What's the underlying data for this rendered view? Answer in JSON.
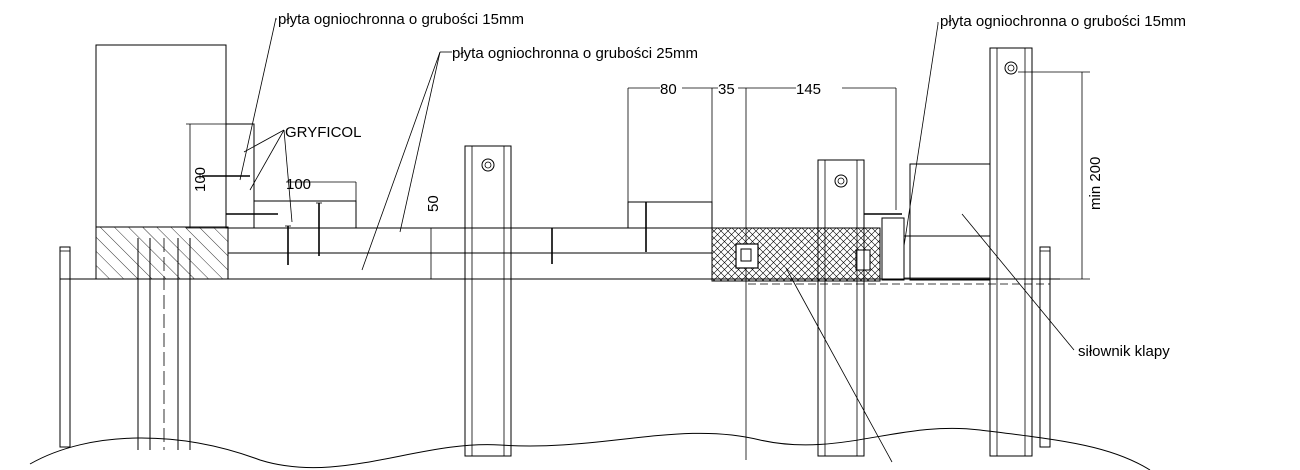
{
  "labels": {
    "board15_left": "płyta ogniochronna o grubości 15mm",
    "board25": "płyta ogniochronna o grubości 25mm",
    "board15_right": "płyta ogniochronna o grubości 15mm",
    "gryficol": "GRYFICOL",
    "actuator": "siłownik klapy"
  },
  "dimensions": {
    "d80": "80",
    "d35": "35",
    "d145": "145",
    "d100_v": "100",
    "d100_h": "100",
    "d50": "50",
    "min200": "min 200"
  }
}
